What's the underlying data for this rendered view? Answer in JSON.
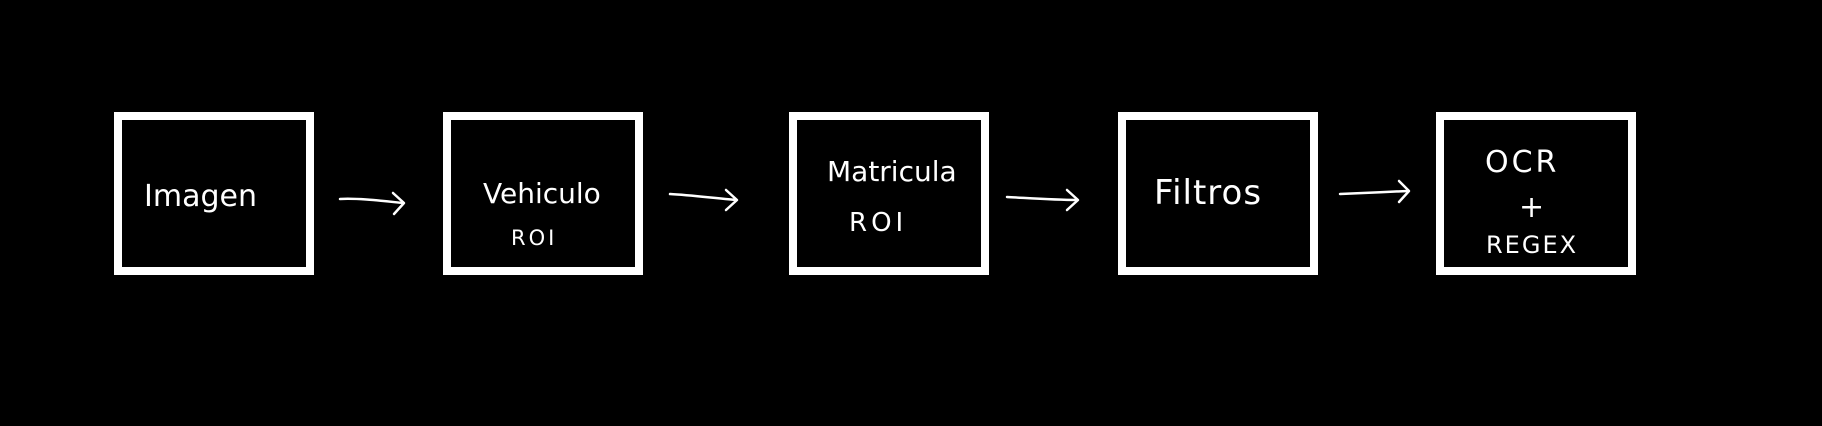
{
  "diagram": {
    "nodes": [
      {
        "id": "imagen",
        "lines": [
          "Imagen"
        ]
      },
      {
        "id": "vehiculo-roi",
        "lines": [
          "Vehiculo",
          "ROI"
        ]
      },
      {
        "id": "matricula-roi",
        "lines": [
          "Matricula",
          "ROI"
        ]
      },
      {
        "id": "filtros",
        "lines": [
          "Filtros"
        ]
      },
      {
        "id": "ocr-regex",
        "lines": [
          "OCR",
          "+",
          "REGEX"
        ]
      }
    ],
    "edges": [
      {
        "from": "imagen",
        "to": "vehiculo-roi"
      },
      {
        "from": "vehiculo-roi",
        "to": "matricula-roi"
      },
      {
        "from": "matricula-roi",
        "to": "filtros"
      },
      {
        "from": "filtros",
        "to": "ocr-regex"
      }
    ],
    "colors": {
      "background": "#000000",
      "stroke": "#ffffff",
      "text": "#ffffff"
    }
  }
}
